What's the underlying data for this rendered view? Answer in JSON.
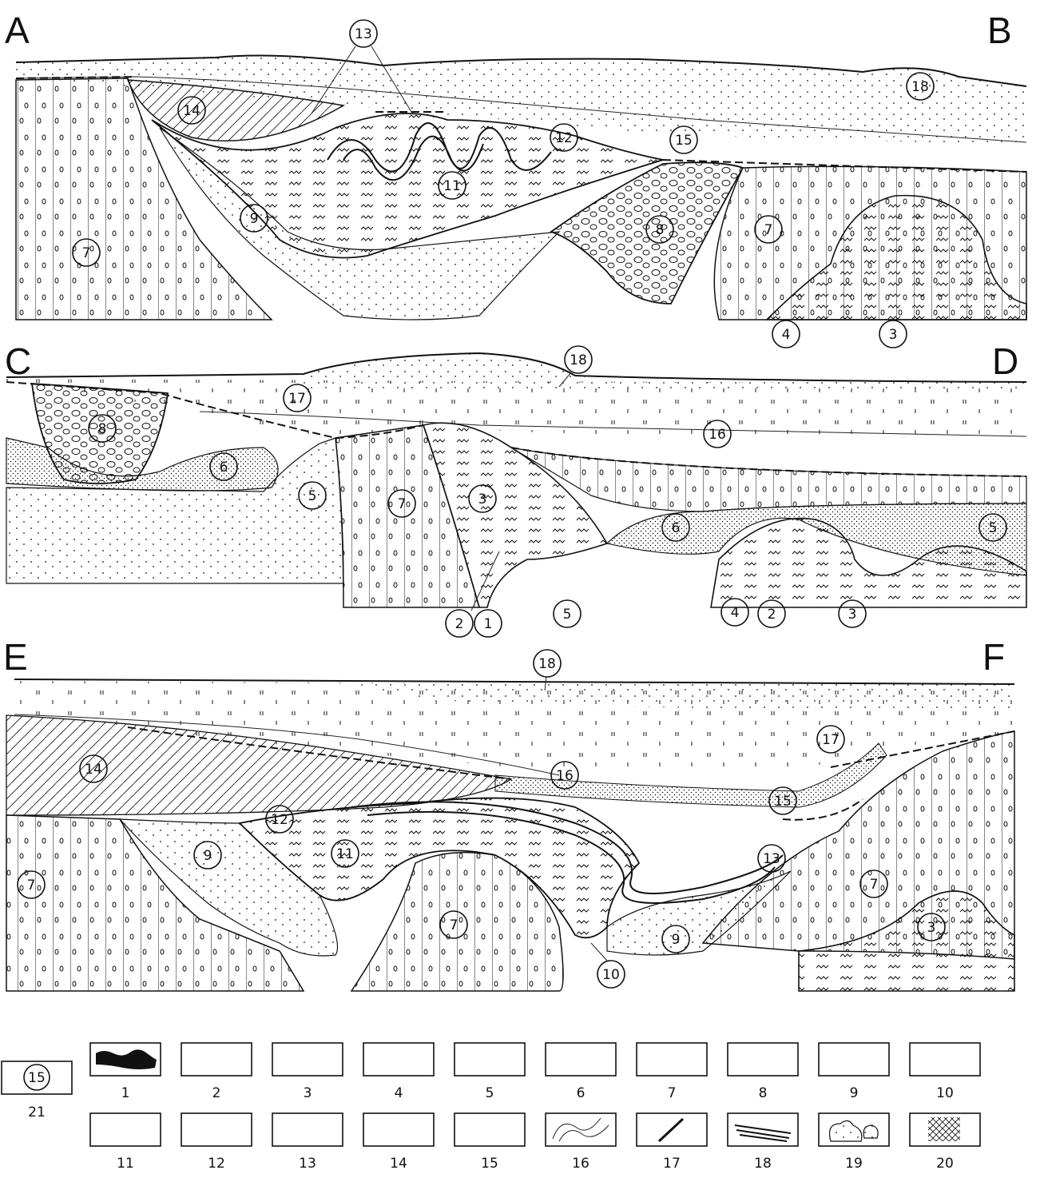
{
  "sections": [
    {
      "id": "AB",
      "start_label": "A",
      "end_label": "B",
      "unit_labels": [
        "13",
        "14",
        "12",
        "15",
        "18",
        "11",
        "9",
        "8",
        "7",
        "7",
        "4",
        "3"
      ]
    },
    {
      "id": "CD",
      "start_label": "C",
      "end_label": "D",
      "unit_labels": [
        "18",
        "17",
        "8",
        "16",
        "6",
        "5",
        "7",
        "3",
        "6",
        "5",
        "2",
        "1",
        "5",
        "4",
        "2",
        "3"
      ]
    },
    {
      "id": "EF",
      "start_label": "E",
      "end_label": "F",
      "unit_labels": [
        "18",
        "17",
        "14",
        "16",
        "15",
        "12",
        "9",
        "11",
        "13",
        "7",
        "7",
        "7",
        "9",
        "3",
        "10"
      ]
    }
  ],
  "legend": {
    "items": [
      "1",
      "2",
      "3",
      "4",
      "5",
      "6",
      "7",
      "8",
      "9",
      "10",
      "11",
      "12",
      "13",
      "14",
      "15",
      "16",
      "17",
      "18",
      "19",
      "20"
    ],
    "symbol_21": {
      "symbol": "15",
      "label": "21"
    }
  },
  "colors": {
    "ink": "#111111",
    "paper": "#ffffff"
  }
}
